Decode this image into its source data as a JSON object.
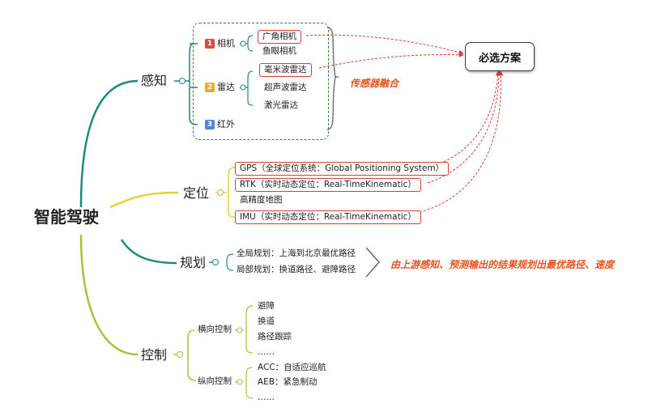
{
  "root": "智能驾驶",
  "destination": "必选方案",
  "branches": {
    "perception": {
      "label": "感知",
      "camera": {
        "num": "1",
        "label": "相机",
        "items": [
          "广角相机",
          "鱼眼相机"
        ]
      },
      "radar": {
        "num": "2",
        "label": "雷达",
        "items": [
          "毫米波雷达",
          "超声波雷达",
          "激光雷达"
        ]
      },
      "infrared": {
        "num": "3",
        "label": "红外"
      },
      "fusion_note": "传感器融合"
    },
    "localization": {
      "label": "定位",
      "items": [
        "GPS（全球定位系统：Global Positioning System）",
        "RTK（实时动态定位：Real-TimeKinematic）",
        "高精度地图",
        "IMU（实时动态定位：Real-TimeKinematic）"
      ]
    },
    "planning": {
      "label": "规划",
      "items": [
        "全局规划：上海到北京最优路径",
        "局部规划：换道路径、避障路径"
      ],
      "note": "由上游感知、预测输出的结果规划出最优路径、速度"
    },
    "control": {
      "label": "控制",
      "lateral": {
        "label": "横向控制",
        "items": [
          "避障",
          "换道",
          "路径跟踪",
          "……"
        ]
      },
      "longitudinal": {
        "label": "纵向控制",
        "items": [
          "ACC：自适应巡航",
          "AEB：紧急制动",
          "……"
        ]
      }
    }
  },
  "colors": {
    "perception": "#1a8c7a",
    "localization": "#e6d23a",
    "planning": "#1a8c7a",
    "control": "#a8c23a",
    "highlight": "#d9403a",
    "note": "#e8531f",
    "badge1": "#d94a43",
    "badge2": "#f0a92a",
    "badge3": "#4a86e0"
  }
}
